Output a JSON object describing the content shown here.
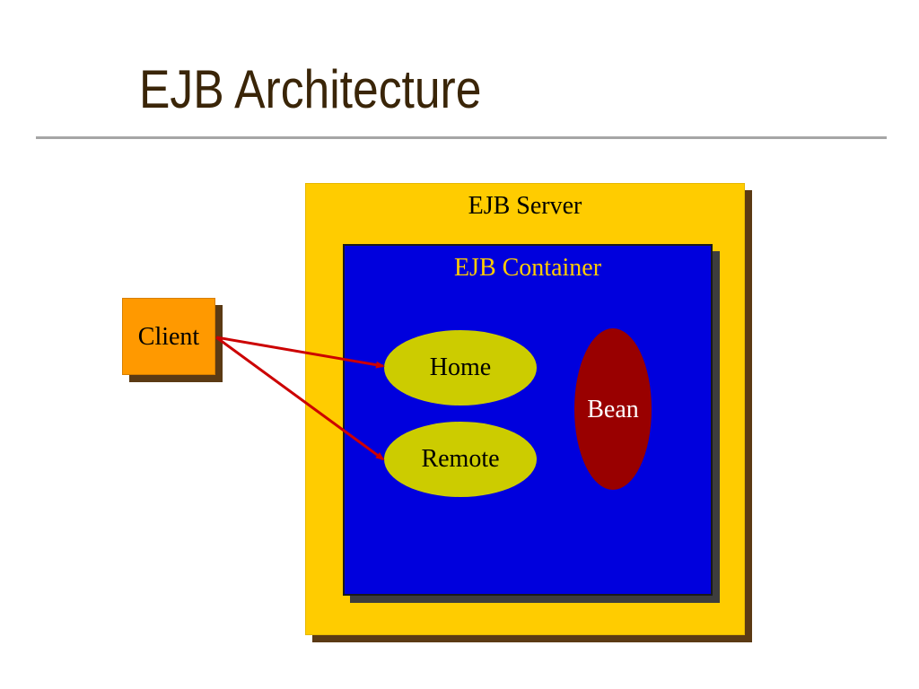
{
  "slide": {
    "title": "EJB Architecture"
  },
  "diagram": {
    "server_label": "EJB Server",
    "container_label": "EJB Container",
    "client_label": "Client",
    "home_label": "Home",
    "remote_label": "Remote",
    "bean_label": "Bean",
    "colors": {
      "title": "#3a2508",
      "server_fill": "#ffcc00",
      "container_fill": "#0000dd",
      "container_label": "#ffcc00",
      "client_fill": "#ff9900",
      "interface_fill": "#cccc00",
      "bean_fill": "#990000",
      "arrow": "#cc0000",
      "shadow": "#5b3a14"
    },
    "edges": [
      {
        "from": "Client",
        "to": "Home"
      },
      {
        "from": "Client",
        "to": "Remote"
      }
    ]
  }
}
